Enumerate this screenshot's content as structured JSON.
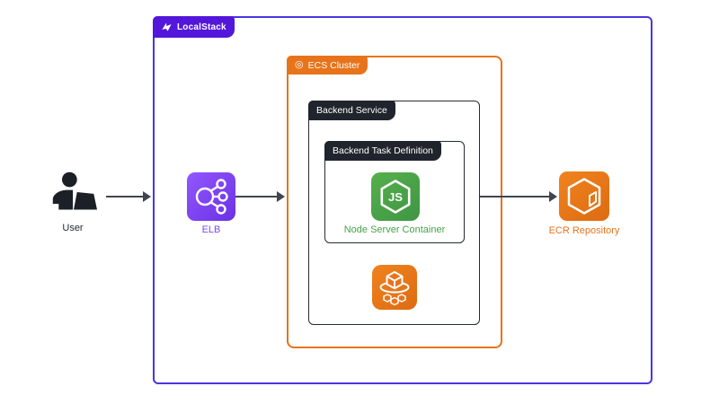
{
  "diagram": {
    "outer_group": {
      "label": "LocalStack"
    },
    "ecs_cluster_group": {
      "label": "ECS Cluster"
    },
    "backend_service_group": {
      "label": "Backend Service"
    },
    "backend_task_group": {
      "label": "Backend Task Definition"
    },
    "nodes": {
      "user": {
        "label": "User"
      },
      "elb": {
        "label": "ELB"
      },
      "node_server": {
        "label": "Node Server Container",
        "icon_text": "JS"
      },
      "ecr": {
        "label": "ECR Repository"
      }
    },
    "icons": {
      "ecs_cluster_badge_glyph": "◎"
    }
  },
  "colors": {
    "localstack_purple": "#5316DB",
    "localstack_border": "#4936E2",
    "aws_orange": "#E7741B",
    "node_green": "#45A348",
    "elb_purple": "#7C4BF5",
    "dark_badge": "#20252D",
    "box_border_dark": "#262B33",
    "arrow": "#40454F"
  }
}
